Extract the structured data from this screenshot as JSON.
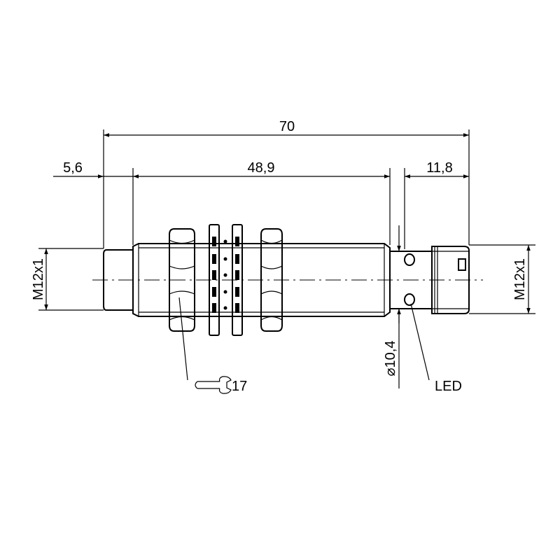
{
  "dimensions": {
    "overall_length": "70",
    "front_offset": "5,6",
    "thread_length": "48,9",
    "connector_length": "11,8",
    "thread_left": "M12x1",
    "thread_right": "M12x1",
    "diameter_value": "10,4",
    "diameter_symbol": "⌀"
  },
  "callouts": {
    "wrench_size": "17",
    "wrench_icon": "open-end-wrench-icon",
    "led": "LED"
  },
  "colors": {
    "line": "#000000",
    "background": "#ffffff"
  }
}
